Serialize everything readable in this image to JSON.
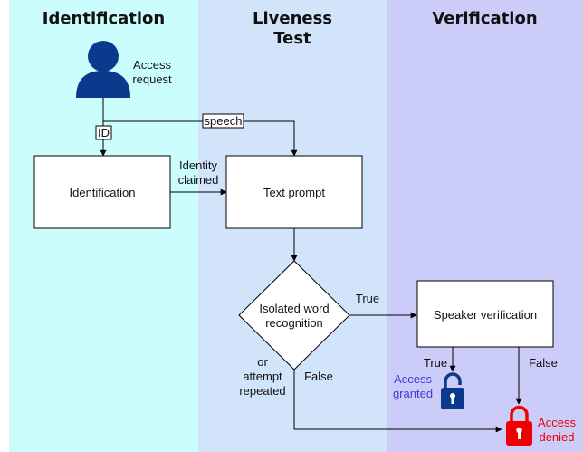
{
  "lanes": [
    {
      "title": "Identification",
      "color": "#ccfdfd"
    },
    {
      "title_line1": "Liveness",
      "title_line2": "Test",
      "color": "#d2e4fa"
    },
    {
      "title": "Verification",
      "color": "#ccccf8"
    }
  ],
  "nodes": {
    "user_label_line1": "Access",
    "user_label_line2": "request",
    "identification_box": "Identification",
    "text_prompt_box": "Text prompt",
    "decision_line1": "Isolated word",
    "decision_line2": "recognition",
    "speaker_verification_box": "Speaker verification"
  },
  "edge_labels": {
    "id_tag": "ID",
    "speech_tag": "speech",
    "identity_claimed_line1": "Identity",
    "identity_claimed_line2": "claimed",
    "decision_true": "True",
    "decision_false": "False",
    "attempt_line1": "or",
    "attempt_line2": "attempt",
    "attempt_line3": "repeated",
    "verification_true": "True",
    "verification_false": "False"
  },
  "outcomes": {
    "granted_line1": "Access",
    "granted_line2": "granted",
    "denied_line1": "Access",
    "denied_line2": "denied"
  },
  "colors": {
    "user_icon": "#0b3a8c",
    "granted_lock": "#0b3a8c",
    "granted_text": "#3b3bdd",
    "denied_lock": "#ee0000",
    "denied_text": "#ee0000"
  },
  "icons": [
    "user-icon",
    "lock-icon"
  ]
}
